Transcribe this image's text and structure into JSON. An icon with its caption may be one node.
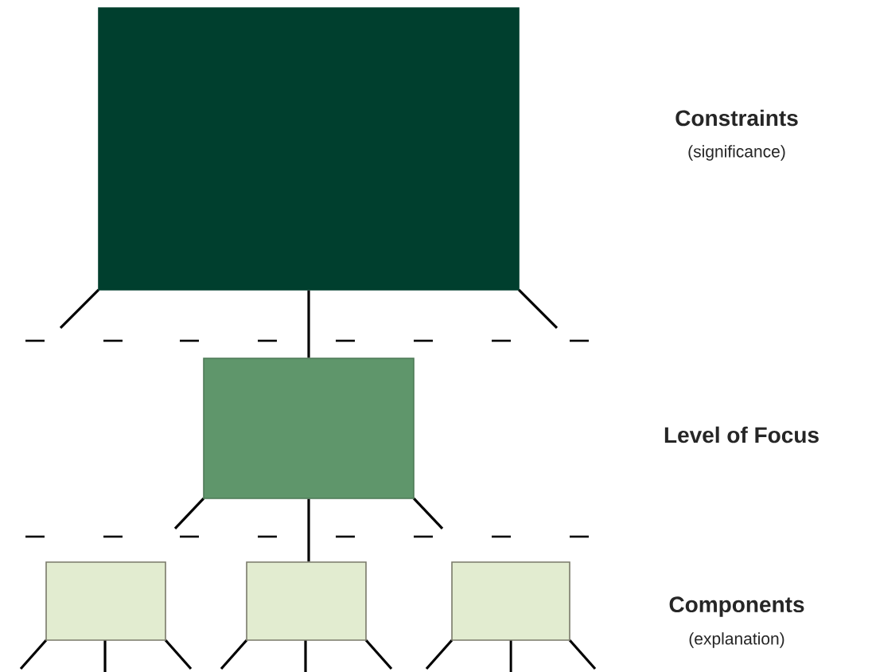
{
  "diagram": {
    "nodes": [
      {
        "text": [],
        "shape": "box"
      },
      {
        "text": [],
        "shape": "box"
      },
      {
        "text": [],
        "shape": "box"
      },
      {
        "text": [],
        "shape": "box"
      },
      {
        "text": [],
        "shape": "box"
      }
    ],
    "edges": [
      {
        "from": 0,
        "to": 1,
        "arrow": "none"
      },
      {
        "from": 1,
        "to": 3,
        "arrow": "none"
      }
    ],
    "labels": [
      "Constraints",
      "(significance)",
      "Level of Focus",
      "Components",
      "(explanation)"
    ]
  }
}
